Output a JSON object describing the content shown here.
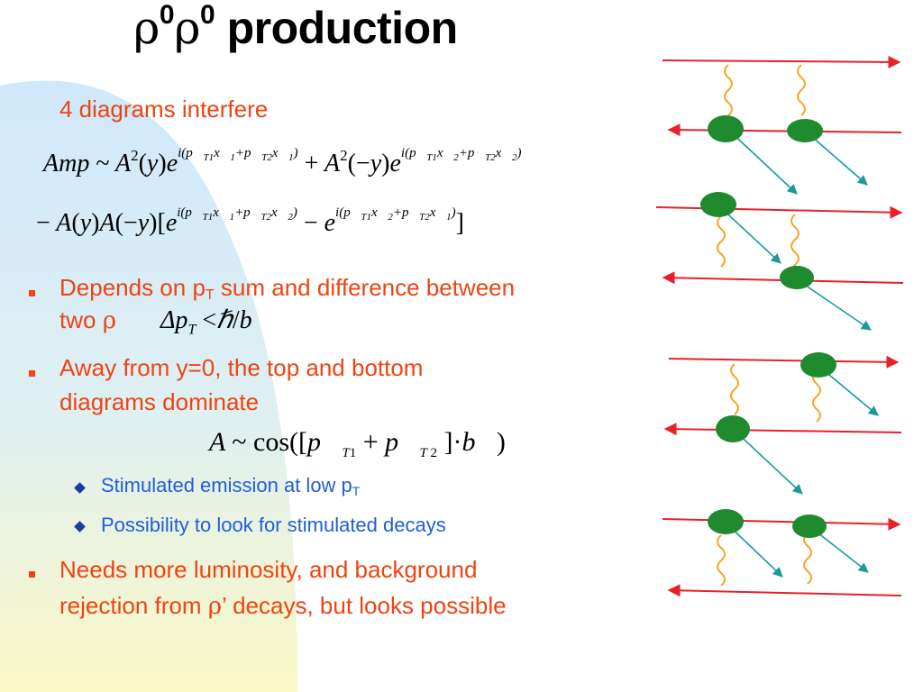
{
  "slide": {
    "title": {
      "rho": "ρ",
      "sup": "0",
      "word": "production"
    },
    "subtitle": "4 diagrams interfere",
    "bullet1": {
      "line1_pre": "Depends on p",
      "line1_sub": "T",
      "line1_post": " sum and difference between",
      "line2_pre": "two ",
      "line2_rho": "ρ"
    },
    "bullet2": {
      "line1": "Away from y=0, the top and bottom",
      "line2": "diagrams dominate"
    },
    "sub1": {
      "pre": "Stimulated emission at low p",
      "sub": "T"
    },
    "sub2": "Possibility to look for stimulated decays",
    "bullet3": {
      "line1": "Needs more luminosity, and background",
      "line2_pre": "rejection from ",
      "line2_rho": "ρ",
      "line2_post": "’ decays, but looks possible"
    }
  },
  "colors": {
    "accent": "#ee4411",
    "sub_text": "#1f5fd8",
    "sub_bullet": "#1a3d9e",
    "beam_line": "#e8202a",
    "photon": "#f5a623",
    "rho_blob": "#1f8a2e",
    "decay_arrow": "#1a9a9a",
    "title": "#000000"
  },
  "icons": {
    "bullet": "square-bullet-icon",
    "sub_bullet": "diamond-bullet-icon"
  }
}
